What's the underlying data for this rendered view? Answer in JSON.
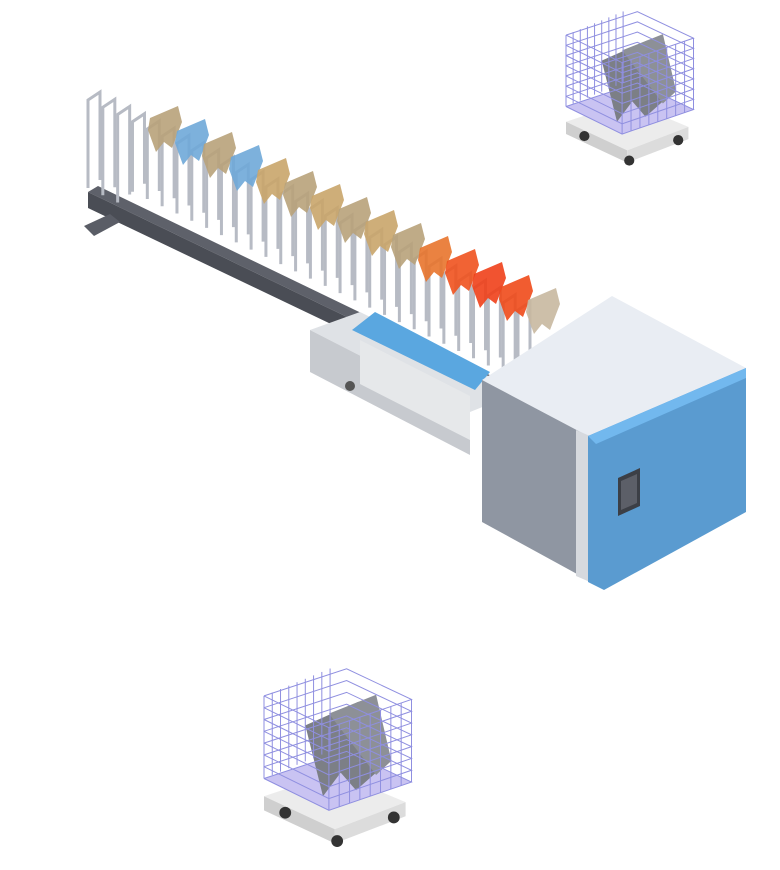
{
  "scene": {
    "description_items": [
      {
        "name": "garment-conveyor-line"
      },
      {
        "name": "processing-cabinet"
      },
      {
        "name": "agv-cart-top"
      },
      {
        "name": "agv-cart-bottom"
      }
    ],
    "rack": {
      "hanger_count": 30,
      "hanger_colors": [
        "#b8a27a",
        "#6fa8d8",
        "#b8a27a",
        "#6fa8d8",
        "#c9a56a",
        "#b8a27a",
        "#c9a56a",
        "#b8a27a",
        "#c9a56a",
        "#b8a27a",
        "#e8742c",
        "#f0521e",
        "#f0401a",
        "#f04a1a",
        "#c8b8a0"
      ]
    },
    "colors": {
      "cabinet_top": "#e8ecf2",
      "cabinet_side": "#8f96a2",
      "cabinet_front": "#5a9bd0",
      "cabinet_front_edge": "#6fb6f0",
      "rail_dark": "#5a5d66",
      "wire_frame": "#b8bcc6",
      "cart_cage": "#8f8fe0",
      "cart_base": "#c9c3f2",
      "garment": "#7c7f86"
    }
  }
}
